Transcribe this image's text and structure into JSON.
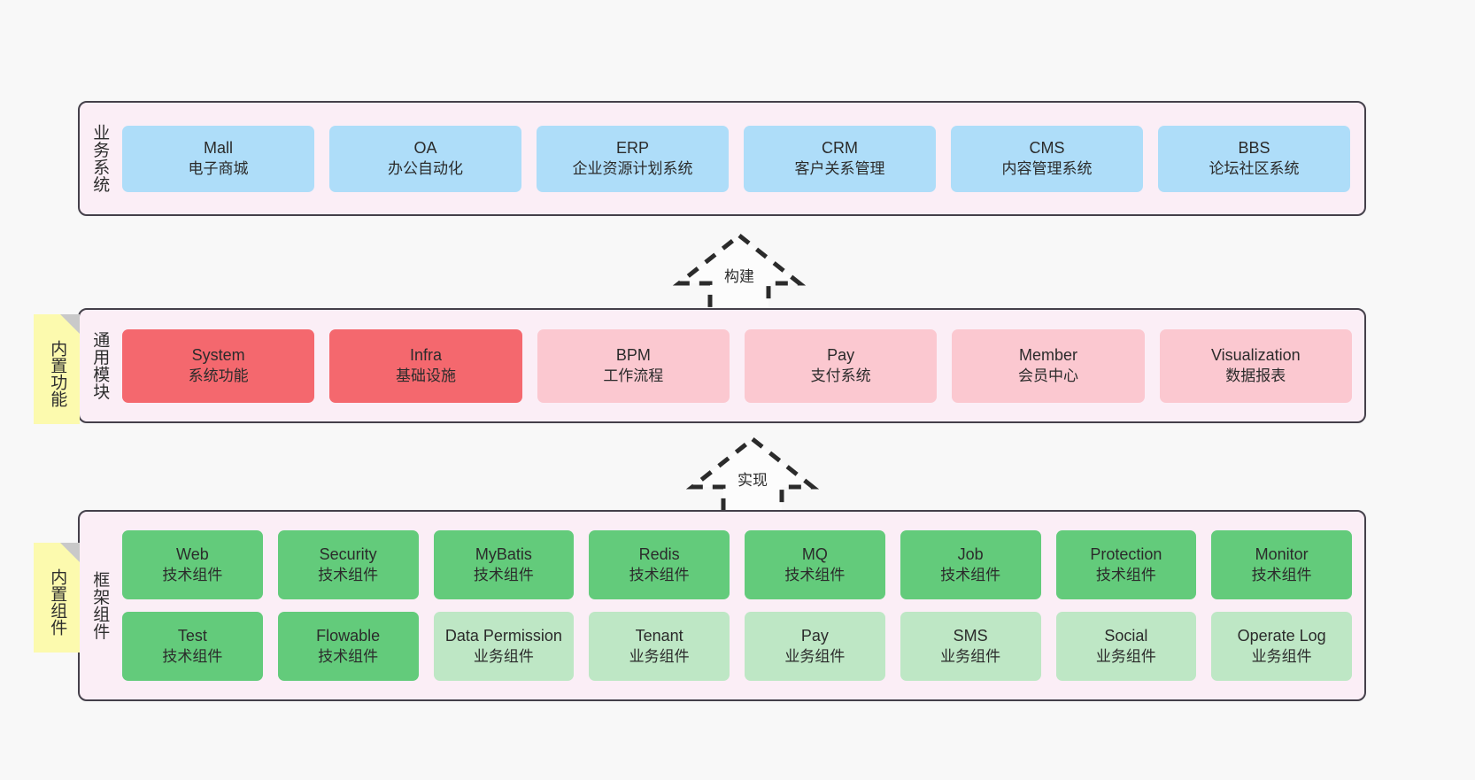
{
  "diagram": {
    "title": "yudao architecture layers",
    "background_color": "#F8F8F8",
    "panel_color": "#FBEEF6",
    "panel_border_color": "#44404A",
    "note_color": "#FCFAAE"
  },
  "notes": [
    {
      "id": "builtin-function",
      "label": "内置功能"
    },
    {
      "id": "builtin-component",
      "label": "内置组件"
    }
  ],
  "arrows": [
    {
      "id": "build",
      "label": "构建",
      "direction": "up",
      "style": "dashed-hollow"
    },
    {
      "id": "realize",
      "label": "实现",
      "direction": "up",
      "style": "dashed-hollow"
    }
  ],
  "layers": [
    {
      "id": "business",
      "title": "业务系统",
      "color": "#AEDDF9",
      "rows": [
        [
          {
            "name": "Mall",
            "desc": "电子商城",
            "color": "blue"
          },
          {
            "name": "OA",
            "desc": "办公自动化",
            "color": "blue"
          },
          {
            "name": "ERP",
            "desc": "企业资源计划系统",
            "color": "blue"
          },
          {
            "name": "CRM",
            "desc": "客户关系管理",
            "color": "blue"
          },
          {
            "name": "CMS",
            "desc": "内容管理系统",
            "color": "blue"
          },
          {
            "name": "BBS",
            "desc": "论坛社区系统",
            "color": "blue"
          }
        ]
      ]
    },
    {
      "id": "common",
      "title": "通用模块",
      "color": "#F4686E",
      "rows": [
        [
          {
            "name": "System",
            "desc": "系统功能",
            "color": "red"
          },
          {
            "name": "Infra",
            "desc": "基础设施",
            "color": "red"
          },
          {
            "name": "BPM",
            "desc": "工作流程",
            "color": "pink"
          },
          {
            "name": "Pay",
            "desc": "支付系统",
            "color": "pink"
          },
          {
            "name": "Member",
            "desc": "会员中心",
            "color": "pink"
          },
          {
            "name": "Visualization",
            "desc": "数据报表",
            "color": "pink"
          }
        ]
      ]
    },
    {
      "id": "framework",
      "title": "框架组件",
      "color": "#63CB7B",
      "rows": [
        [
          {
            "name": "Web",
            "desc": "技术组件",
            "color": "green"
          },
          {
            "name": "Security",
            "desc": "技术组件",
            "color": "green"
          },
          {
            "name": "MyBatis",
            "desc": "技术组件",
            "color": "green"
          },
          {
            "name": "Redis",
            "desc": "技术组件",
            "color": "green"
          },
          {
            "name": "MQ",
            "desc": "技术组件",
            "color": "green"
          },
          {
            "name": "Job",
            "desc": "技术组件",
            "color": "green"
          },
          {
            "name": "Protection",
            "desc": "技术组件",
            "color": "green"
          },
          {
            "name": "Monitor",
            "desc": "技术组件",
            "color": "green"
          }
        ],
        [
          {
            "name": "Test",
            "desc": "技术组件",
            "color": "green"
          },
          {
            "name": "Flowable",
            "desc": "技术组件",
            "color": "green"
          },
          {
            "name": "Data Permission",
            "desc": "业务组件",
            "color": "lightgreen"
          },
          {
            "name": "Tenant",
            "desc": "业务组件",
            "color": "lightgreen"
          },
          {
            "name": "Pay",
            "desc": "业务组件",
            "color": "lightgreen"
          },
          {
            "name": "SMS",
            "desc": "业务组件",
            "color": "lightgreen"
          },
          {
            "name": "Social",
            "desc": "业务组件",
            "color": "lightgreen"
          },
          {
            "name": "Operate Log",
            "desc": "业务组件",
            "color": "lightgreen"
          }
        ]
      ]
    }
  ]
}
